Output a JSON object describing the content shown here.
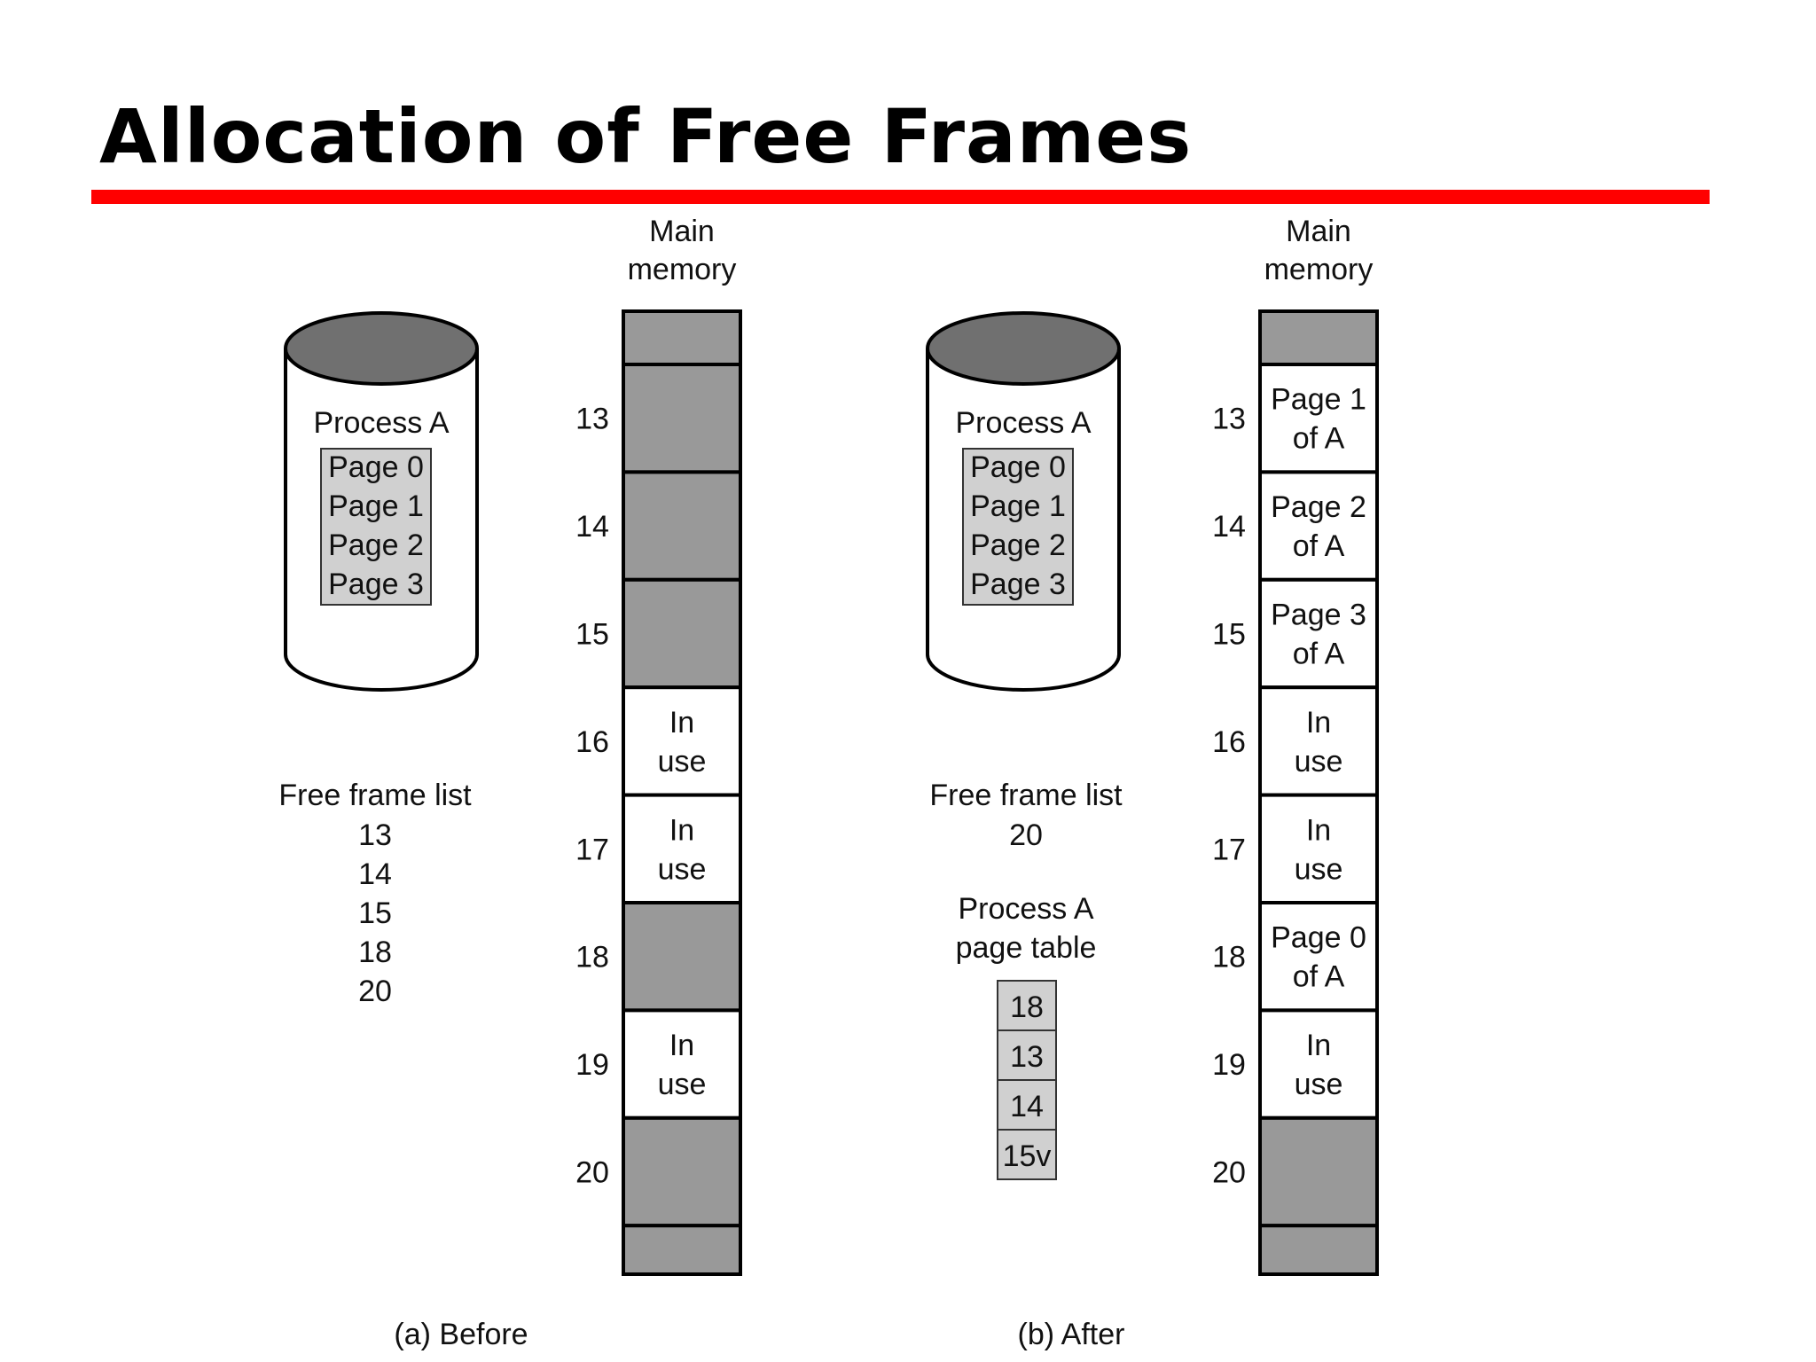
{
  "title": "Allocation of Free Frames",
  "colors": {
    "accent_rule": "#ff0000",
    "frame_free": "#999999",
    "page_box": "#d0d0d0",
    "disk_top": "#707070"
  },
  "before": {
    "caption": "(a) Before",
    "memory_header": [
      "Main",
      "memory"
    ],
    "disk_label": "Process A",
    "pages": [
      "Page 0",
      "Page 1",
      "Page 2",
      "Page 3"
    ],
    "free_list_title": "Free frame list",
    "free_list": [
      "13",
      "14",
      "15",
      "18",
      "20"
    ],
    "frames": [
      {
        "label": "",
        "state": "free",
        "text": []
      },
      {
        "label": "13",
        "state": "free",
        "text": []
      },
      {
        "label": "14",
        "state": "free",
        "text": []
      },
      {
        "label": "15",
        "state": "free",
        "text": []
      },
      {
        "label": "16",
        "state": "used",
        "text": [
          "In",
          "use"
        ]
      },
      {
        "label": "17",
        "state": "used",
        "text": [
          "In",
          "use"
        ]
      },
      {
        "label": "18",
        "state": "free",
        "text": []
      },
      {
        "label": "19",
        "state": "used",
        "text": [
          "In",
          "use"
        ]
      },
      {
        "label": "20",
        "state": "free",
        "text": []
      },
      {
        "label": "",
        "state": "free",
        "text": []
      }
    ]
  },
  "after": {
    "caption": "(b) After",
    "memory_header": [
      "Main",
      "memory"
    ],
    "disk_label": "Process A",
    "pages": [
      "Page 0",
      "Page 1",
      "Page 2",
      "Page 3"
    ],
    "free_list_title": "Free frame list",
    "free_list": [
      "20"
    ],
    "page_table_title": [
      "Process A",
      "page table"
    ],
    "page_table": [
      "18",
      "13",
      "14",
      "15v"
    ],
    "frames": [
      {
        "label": "",
        "state": "free",
        "text": []
      },
      {
        "label": "13",
        "state": "used",
        "text": [
          "Page 1",
          "of A"
        ]
      },
      {
        "label": "14",
        "state": "used",
        "text": [
          "Page 2",
          "of A"
        ]
      },
      {
        "label": "15",
        "state": "used",
        "text": [
          "Page 3",
          "of A"
        ]
      },
      {
        "label": "16",
        "state": "used",
        "text": [
          "In",
          "use"
        ]
      },
      {
        "label": "17",
        "state": "used",
        "text": [
          "In",
          "use"
        ]
      },
      {
        "label": "18",
        "state": "used",
        "text": [
          "Page 0",
          "of A"
        ]
      },
      {
        "label": "19",
        "state": "used",
        "text": [
          "In",
          "use"
        ]
      },
      {
        "label": "20",
        "state": "free",
        "text": []
      },
      {
        "label": "",
        "state": "free",
        "text": []
      }
    ]
  }
}
